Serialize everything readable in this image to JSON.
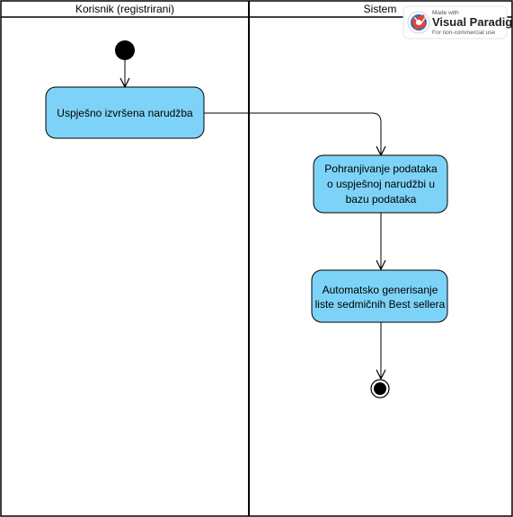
{
  "lanes": {
    "left_title": "Korisnik (registrirani)",
    "right_title": "Sistem"
  },
  "actions": {
    "order_done": "Uspješno izvršena narudžba",
    "store_data": [
      "Pohranjivanje podataka",
      "o uspješnoj narudžbi u",
      "bazu podataka"
    ],
    "generate_list": [
      "Automatsko generisanje",
      "liste sedmičnih Best sellera"
    ]
  },
  "watermark": {
    "made_with": "Made with",
    "brand": "Visual Paradigm",
    "note": "For non-commercial use"
  },
  "colors": {
    "action_fill": "#7dd3f7",
    "stroke": "#000000",
    "background": "#ffffff"
  }
}
